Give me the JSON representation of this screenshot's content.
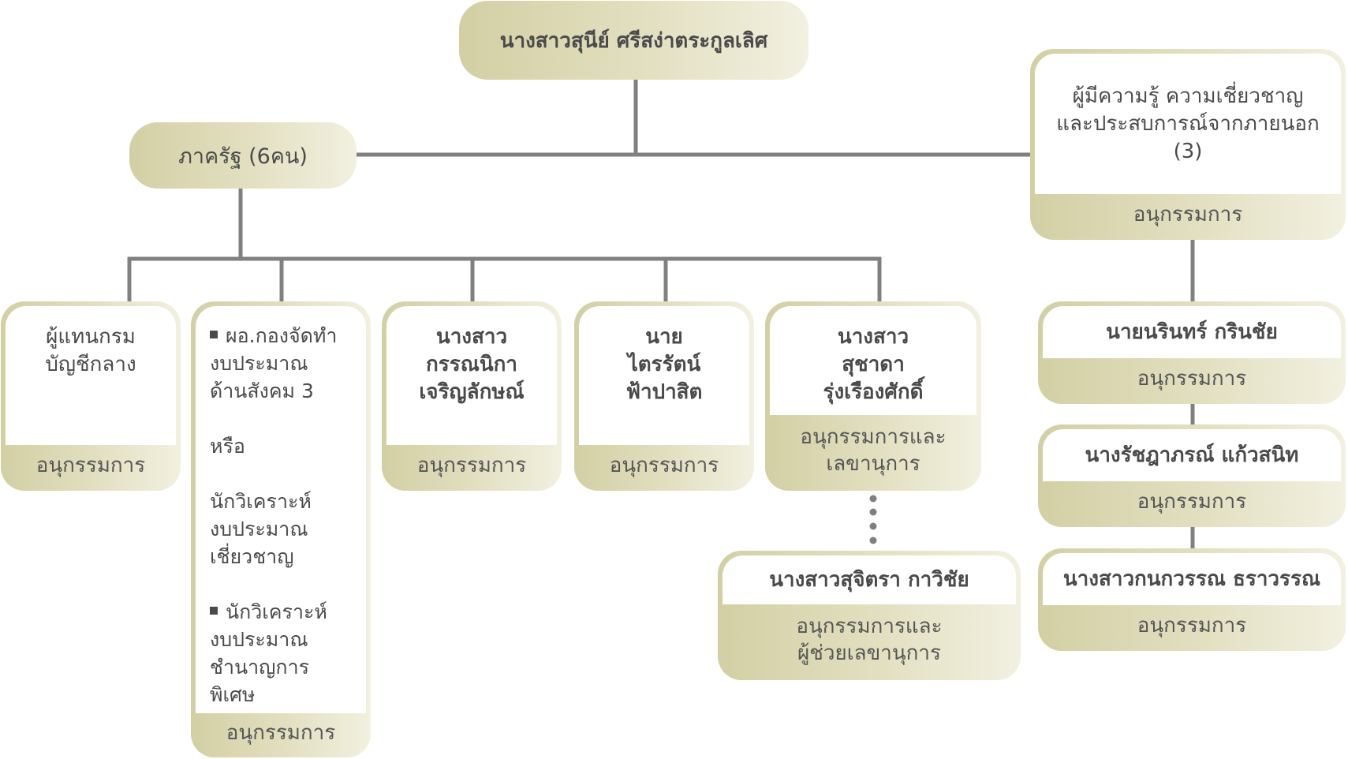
{
  "chair": {
    "name": "นางสาวสุนีย์  ศรีสง่าตระกูลเลิศ"
  },
  "public_sector": {
    "label": "ภาครัฐ (6คน)"
  },
  "external_experts": {
    "lines": [
      "ผู้มีความรู้ ความเชี่ยวชาญ",
      "และประสบการณ์จากภายนอก",
      "(3)"
    ],
    "role": "อนุกรรมการ"
  },
  "public_members": [
    {
      "name_lines": [
        "ผู้แทนกรม",
        "บัญชีกลาง"
      ],
      "role": "อนุกรรมการ"
    },
    {
      "list_lines": [
        "ผอ.กองจัดทำ",
        "งบประมาณ",
        "ด้านสังคม 3",
        "",
        "หรือ",
        "",
        "นักวิเคราะห์",
        "งบประมาณ",
        "เชี่ยวชาญ",
        "",
        "นักวิเคราะห์",
        "งบประมาณ",
        "ชำนาญการ",
        "พิเศษ"
      ],
      "role": "อนุกรรมการ"
    },
    {
      "name_lines": [
        "นางสาว",
        "กรรณนิกา",
        "เจริญลักษณ์"
      ],
      "role": "อนุกรรมการ"
    },
    {
      "name_lines": [
        "นาย",
        "ไตรรัตน์",
        "ฟ้าปาสิต"
      ],
      "role": "อนุกรรมการ"
    },
    {
      "name_lines": [
        "นางสาว",
        "สุชาดา",
        "รุ่งเรืองศักดิ์"
      ],
      "role_lines": [
        "อนุกรรมการและ",
        "เลขานุการ"
      ]
    }
  ],
  "assistant_secretary": {
    "name": "นางสาวสุจิตรา กาวิชัย",
    "role_lines": [
      "อนุกรรมการและ",
      "ผู้ช่วยเลขานุการ"
    ]
  },
  "external_members": [
    {
      "name": "นายนรินทร์  กรินชัย",
      "role": "อนุกรรมการ"
    },
    {
      "name": "นางรัชฎาภรณ์  แก้วสนิท",
      "role": "อนุกรรมการ"
    },
    {
      "name": "นางสาวกนกวรรณ  ธราวรรณ",
      "role": "อนุกรรมการ"
    }
  ],
  "colors": {
    "connector": "#808080",
    "box_fill_left": "#d3cfa4",
    "box_fill_right": "#f2f0e0",
    "text": "#4a4a4a"
  }
}
